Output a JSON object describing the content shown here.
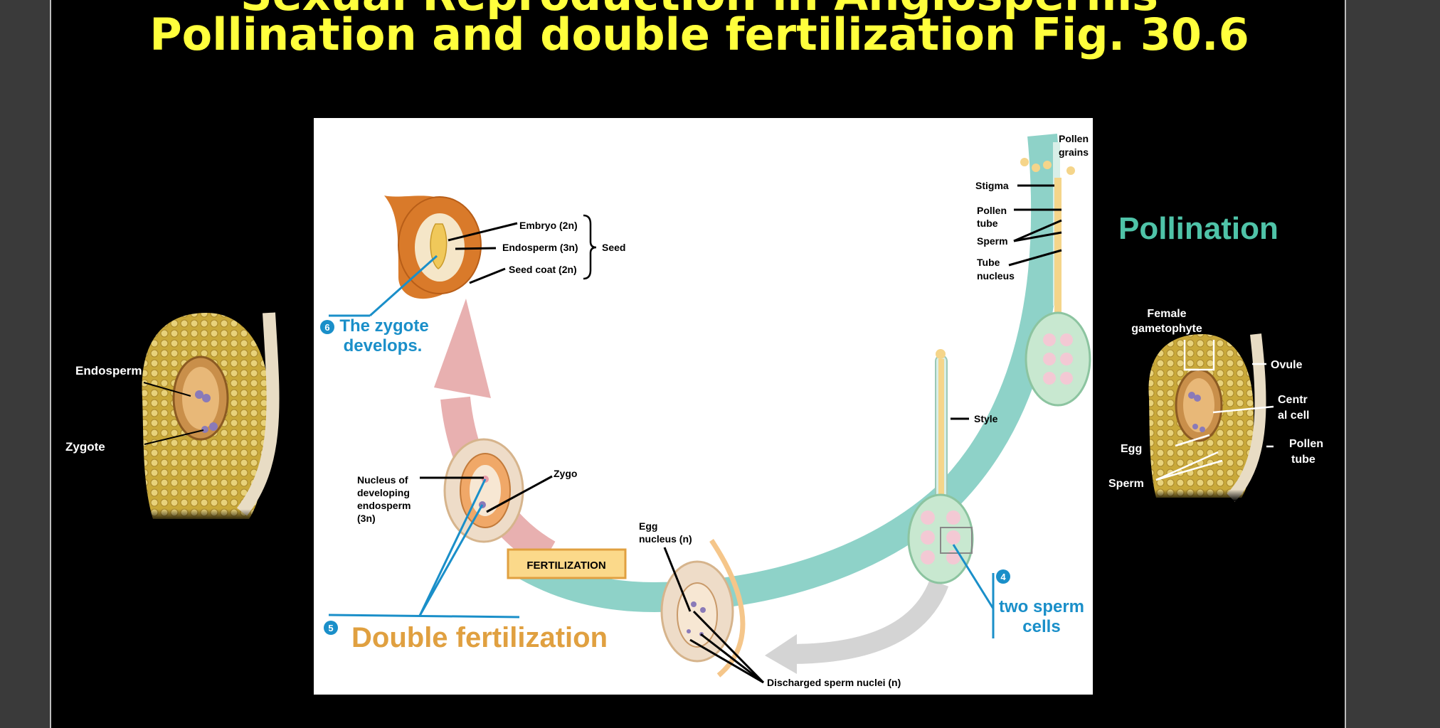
{
  "slide": {
    "title_partial": "Sexual Reproduction in Angiosperms",
    "title": "Pollination and double fertilization Fig. 30.6"
  },
  "labels": {
    "pollen_grains_1": "Pollen",
    "pollen_grains_2": "grains",
    "stigma": "Stigma",
    "pollen_tube_1": "Pollen",
    "pollen_tube_2": "tube",
    "sperm": "Sperm",
    "tube_nucleus_1": "Tube",
    "tube_nucleus_2": "nucleus",
    "style": "Style",
    "embryo": "Embryo (2n)",
    "endosperm_3n": "Endosperm (3n)",
    "seed_coat": "Seed coat (2n)",
    "seed": "Seed",
    "nucleus_dev_1": "Nucleus of",
    "nucleus_dev_2": "developing",
    "nucleus_dev_3": "endosperm",
    "nucleus_dev_4": "(3n)",
    "zygote_cut": "Zygo",
    "fertilization": "FERTILIZATION",
    "egg_nucleus_1": "Egg",
    "egg_nucleus_2": "nucleus (n)",
    "discharged": "Discharged sperm nuclei (n)",
    "step4_num": "4",
    "step4_1": "two sperm",
    "step4_2": "cells",
    "step5_num": "5",
    "step5": "Double fertilization",
    "step6_num": "6",
    "step6_1": "The zygote",
    "step6_2": "develops.",
    "left_endosperm": "Endosperm",
    "left_zygote": "Zygote",
    "pollination": "Pollination",
    "female_gam_1": "Female",
    "female_gam_2": "gametophyte",
    "ovule": "Ovule",
    "central_1": "Centr",
    "central_2": "al cell",
    "egg": "Egg",
    "right_sperm": "Sperm",
    "right_pollen_1": "Pollen",
    "right_pollen_2": "tube"
  },
  "colors": {
    "title": "#ffff3c",
    "step_blue": "#1a8fc9",
    "pollination_teal": "#4fc3a8",
    "double_fert_orange": "#e0a040",
    "teal_arrow": "#8ed2c8",
    "pink_arrow": "#e8a8a8"
  }
}
